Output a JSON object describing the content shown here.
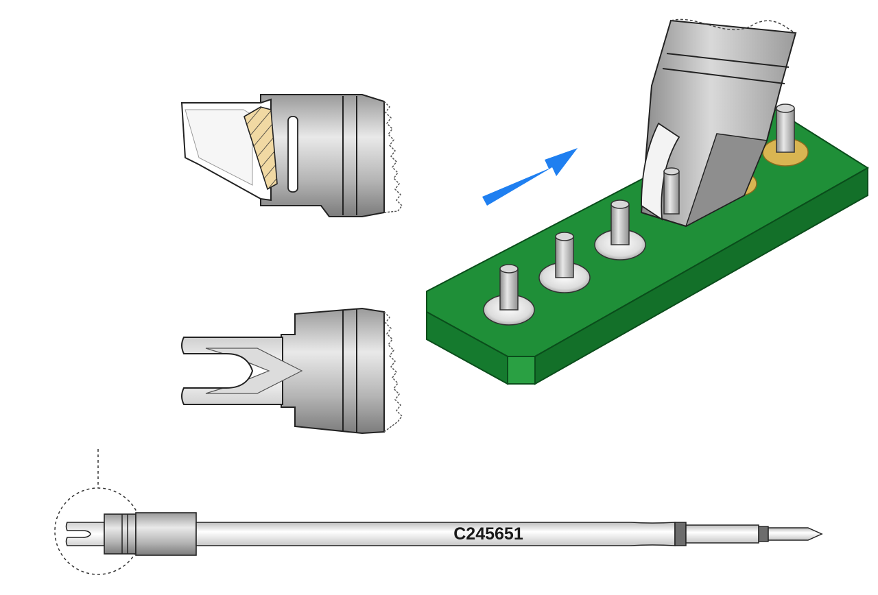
{
  "figure": {
    "part_number": "C245651",
    "colors": {
      "background": "#ffffff",
      "metal": "#b8b8b8",
      "metal_dark": "#7e7e7e",
      "metal_light": "#e6e6e6",
      "pcb_green": "#1f8f38",
      "pcb_green_dark": "#0f6e27",
      "pad_gold": "#d9b552",
      "solder_silver": "#e8e8e8",
      "arrow_blue": "#1f7ff0",
      "hatch_tan": "#f1d9a3",
      "outline": "#222222"
    },
    "icons": {
      "arrow": "blue-direction-arrow",
      "detail_callout": "dashed-detail-circle"
    }
  }
}
